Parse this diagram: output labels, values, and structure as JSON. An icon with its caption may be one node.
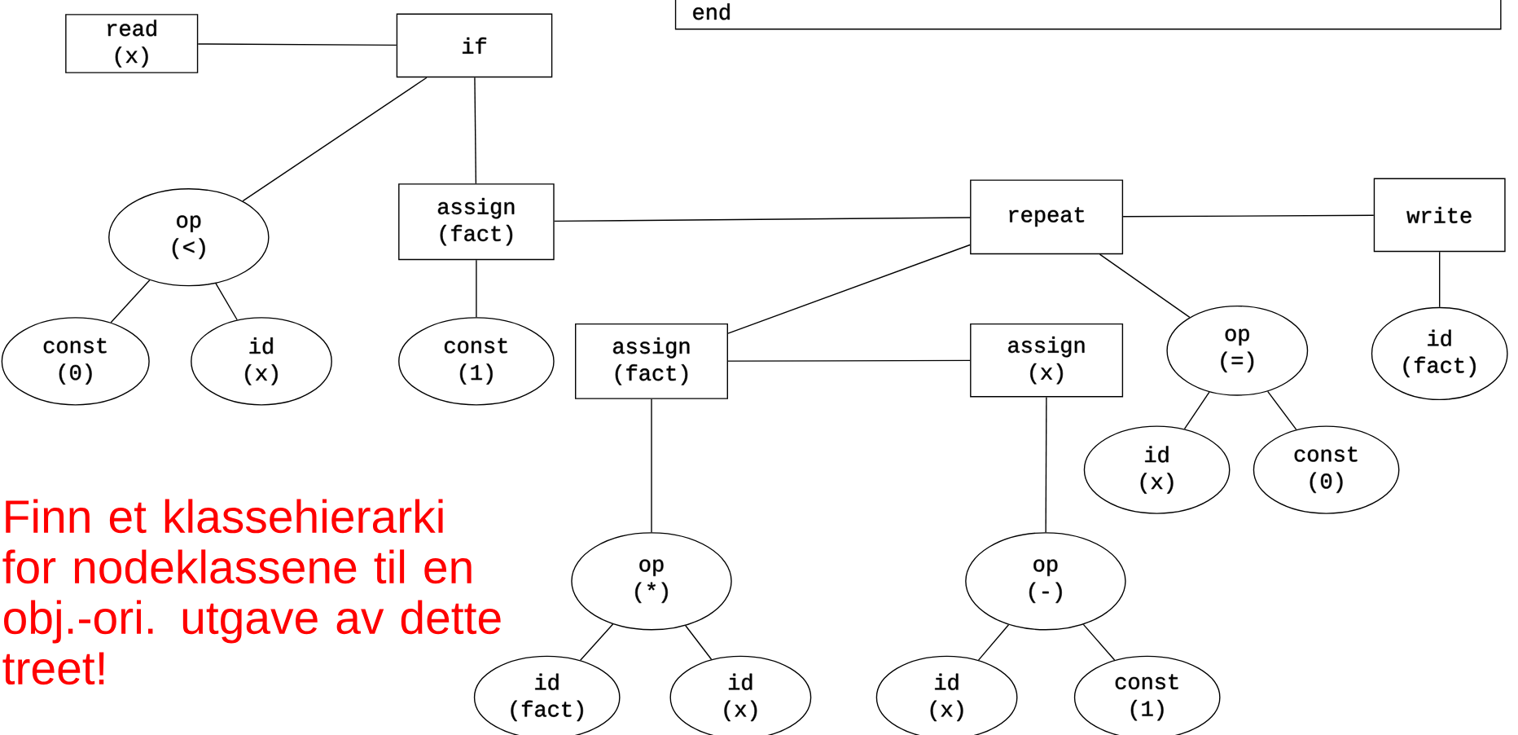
{
  "diagram": {
    "nodes": [
      {
        "text": [
          "end"
        ]
      },
      {
        "text": [
          "read",
          "(x)"
        ]
      },
      {
        "text": [
          "if"
        ]
      },
      {
        "text": [
          "op",
          "(<)"
        ]
      },
      {
        "text": [
          "assign",
          "(fact)"
        ]
      },
      {
        "text": [
          "repeat"
        ]
      },
      {
        "text": [
          "write"
        ]
      },
      {
        "text": [
          "const",
          "(0)"
        ]
      },
      {
        "text": [
          "id",
          "(x)"
        ]
      },
      {
        "text": [
          "const",
          "(1)"
        ]
      },
      {
        "text": [
          "assign",
          "(fact)"
        ]
      },
      {
        "text": [
          "assign",
          "(x)"
        ]
      },
      {
        "text": [
          "op",
          "(=)"
        ]
      },
      {
        "text": [
          "id",
          "(fact)"
        ]
      },
      {
        "text": [
          "id",
          "(x)"
        ]
      },
      {
        "text": [
          "const",
          "(0)"
        ]
      },
      {
        "text": [
          "op",
          "(*)"
        ]
      },
      {
        "text": [
          "op",
          "(-)"
        ]
      },
      {
        "text": [
          "id",
          "(fact)"
        ]
      },
      {
        "text": [
          "id",
          "(x)"
        ]
      },
      {
        "text": [
          "id",
          "(x)"
        ]
      },
      {
        "text": [
          "const",
          "(1)"
        ]
      }
    ],
    "edges": [
      {
        "from": 1,
        "to": 2,
        "arrow": "none"
      },
      {
        "from": 2,
        "to": 3,
        "arrow": "none"
      },
      {
        "from": 2,
        "to": 4,
        "arrow": "none"
      },
      {
        "from": 3,
        "to": 7,
        "arrow": "none"
      },
      {
        "from": 3,
        "to": 8,
        "arrow": "none"
      },
      {
        "from": 4,
        "to": 9,
        "arrow": "none"
      },
      {
        "from": 4,
        "to": 5,
        "arrow": "none"
      },
      {
        "from": 5,
        "to": 6,
        "arrow": "none"
      },
      {
        "from": 5,
        "to": 10,
        "arrow": "none"
      },
      {
        "from": 5,
        "to": 12,
        "arrow": "none"
      },
      {
        "from": 10,
        "to": 11,
        "arrow": "none"
      },
      {
        "from": 6,
        "to": 13,
        "arrow": "none"
      },
      {
        "from": 12,
        "to": 14,
        "arrow": "none"
      },
      {
        "from": 12,
        "to": 15,
        "arrow": "none"
      },
      {
        "from": 10,
        "to": 16,
        "arrow": "none"
      },
      {
        "from": 11,
        "to": 17,
        "arrow": "none"
      },
      {
        "from": 16,
        "to": 18,
        "arrow": "none"
      },
      {
        "from": 16,
        "to": 19,
        "arrow": "none"
      },
      {
        "from": 17,
        "to": 20,
        "arrow": "none"
      },
      {
        "from": 17,
        "to": 21,
        "arrow": "none"
      }
    ],
    "labels": [
      "Finn et klassehierarki for nodeklassene til en obj.-ori. utgave av dette treet!"
    ]
  }
}
